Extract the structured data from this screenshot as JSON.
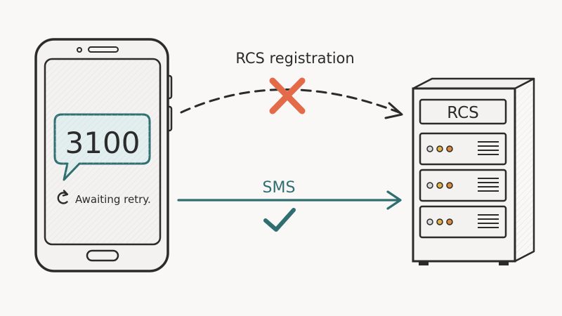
{
  "diagram": {
    "background_color": "#faf8f6",
    "ink_color": "#2b2b2b",
    "accent_teal": "#2f6f72",
    "bubble_fill": "#e3efee",
    "fail_color": "#e36b4a",
    "led_colors": [
      "#d9d9d9",
      "#e0b445",
      "#e08a3c"
    ]
  },
  "phone": {
    "message_code": "3100",
    "status_text": "Awaiting retry.",
    "status_icon": "refresh-icon"
  },
  "server": {
    "label": "RCS",
    "units": 3
  },
  "connections": {
    "rcs": {
      "label": "RCS registration",
      "status": "failed",
      "status_icon": "x-mark-icon"
    },
    "sms": {
      "label": "SMS",
      "status": "succeeded",
      "status_icon": "checkmark-icon"
    }
  }
}
